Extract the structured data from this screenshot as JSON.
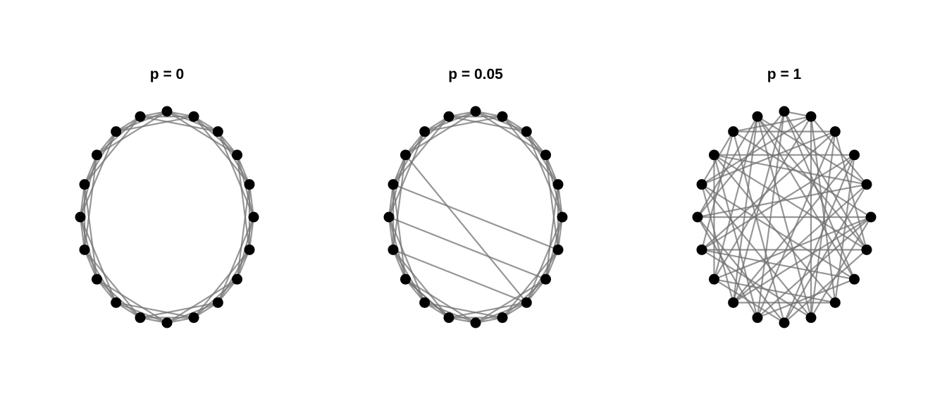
{
  "figure": {
    "node_count": 20,
    "colors": {
      "edge": "#6e6e6e",
      "node": "#000000",
      "background": "#ffffff"
    },
    "panels": [
      {
        "title": "p = 0",
        "rewire_probability": 0,
        "edges": [
          [
            0,
            1
          ],
          [
            1,
            2
          ],
          [
            2,
            3
          ],
          [
            3,
            4
          ],
          [
            4,
            5
          ],
          [
            5,
            6
          ],
          [
            6,
            7
          ],
          [
            7,
            8
          ],
          [
            8,
            9
          ],
          [
            9,
            10
          ],
          [
            10,
            11
          ],
          [
            11,
            12
          ],
          [
            12,
            13
          ],
          [
            13,
            14
          ],
          [
            14,
            15
          ],
          [
            15,
            16
          ],
          [
            16,
            17
          ],
          [
            17,
            18
          ],
          [
            18,
            19
          ],
          [
            19,
            0
          ],
          [
            0,
            2
          ],
          [
            1,
            3
          ],
          [
            2,
            4
          ],
          [
            3,
            5
          ],
          [
            4,
            6
          ],
          [
            5,
            7
          ],
          [
            6,
            8
          ],
          [
            7,
            9
          ],
          [
            8,
            10
          ],
          [
            9,
            11
          ],
          [
            10,
            12
          ],
          [
            11,
            13
          ],
          [
            12,
            14
          ],
          [
            13,
            15
          ],
          [
            14,
            16
          ],
          [
            15,
            17
          ],
          [
            16,
            18
          ],
          [
            17,
            19
          ],
          [
            18,
            0
          ],
          [
            19,
            1
          ],
          [
            0,
            3
          ],
          [
            1,
            4
          ],
          [
            2,
            5
          ],
          [
            3,
            6
          ],
          [
            4,
            7
          ],
          [
            5,
            8
          ],
          [
            6,
            9
          ],
          [
            7,
            10
          ],
          [
            8,
            11
          ],
          [
            9,
            12
          ],
          [
            10,
            13
          ],
          [
            11,
            14
          ],
          [
            12,
            15
          ],
          [
            13,
            16
          ],
          [
            14,
            17
          ],
          [
            15,
            18
          ],
          [
            16,
            19
          ],
          [
            17,
            0
          ],
          [
            18,
            1
          ],
          [
            19,
            2
          ]
        ]
      },
      {
        "title": "p = 0.05",
        "rewire_probability": 0.05,
        "edges": [
          [
            0,
            1
          ],
          [
            1,
            2
          ],
          [
            2,
            3
          ],
          [
            3,
            4
          ],
          [
            4,
            5
          ],
          [
            5,
            6
          ],
          [
            6,
            7
          ],
          [
            7,
            8
          ],
          [
            8,
            9
          ],
          [
            9,
            10
          ],
          [
            10,
            11
          ],
          [
            11,
            12
          ],
          [
            12,
            13
          ],
          [
            13,
            14
          ],
          [
            14,
            15
          ],
          [
            15,
            16
          ],
          [
            16,
            17
          ],
          [
            17,
            18
          ],
          [
            18,
            19
          ],
          [
            19,
            0
          ],
          [
            0,
            2
          ],
          [
            1,
            3
          ],
          [
            2,
            4
          ],
          [
            3,
            5
          ],
          [
            4,
            6
          ],
          [
            5,
            7
          ],
          [
            6,
            8
          ],
          [
            7,
            9
          ],
          [
            8,
            10
          ],
          [
            9,
            11
          ],
          [
            10,
            12
          ],
          [
            11,
            13
          ],
          [
            12,
            14
          ],
          [
            13,
            15
          ],
          [
            14,
            16
          ],
          [
            15,
            17
          ],
          [
            16,
            18
          ],
          [
            17,
            19
          ],
          [
            18,
            0
          ],
          [
            19,
            1
          ],
          [
            0,
            3
          ],
          [
            1,
            4
          ],
          [
            2,
            5
          ],
          [
            3,
            6
          ],
          [
            4,
            7
          ],
          [
            5,
            8
          ],
          [
            6,
            9
          ],
          [
            7,
            10
          ],
          [
            8,
            11
          ],
          [
            9,
            12
          ],
          [
            10,
            13
          ],
          [
            11,
            14
          ],
          [
            12,
            15
          ],
          [
            13,
            16
          ],
          [
            14,
            17
          ],
          [
            15,
            18
          ],
          [
            16,
            19
          ],
          [
            17,
            0
          ],
          [
            18,
            1
          ],
          [
            19,
            2
          ],
          [
            16,
            6
          ],
          [
            15,
            7
          ],
          [
            14,
            8
          ],
          [
            13,
            11
          ],
          [
            17,
            8
          ]
        ]
      },
      {
        "title": "p = 1",
        "rewire_probability": 1,
        "edges": [
          [
            0,
            1
          ],
          [
            0,
            7
          ],
          [
            0,
            12
          ],
          [
            0,
            15
          ],
          [
            1,
            4
          ],
          [
            1,
            9
          ],
          [
            1,
            13
          ],
          [
            1,
            18
          ],
          [
            2,
            6
          ],
          [
            2,
            11
          ],
          [
            2,
            16
          ],
          [
            3,
            8
          ],
          [
            3,
            14
          ],
          [
            3,
            17
          ],
          [
            4,
            10
          ],
          [
            4,
            15
          ],
          [
            4,
            19
          ],
          [
            5,
            9
          ],
          [
            5,
            13
          ],
          [
            5,
            18
          ],
          [
            6,
            10
          ],
          [
            6,
            14
          ],
          [
            6,
            17
          ],
          [
            7,
            11
          ],
          [
            7,
            16
          ],
          [
            7,
            19
          ],
          [
            8,
            12
          ],
          [
            8,
            17
          ],
          [
            9,
            14
          ],
          [
            9,
            19
          ],
          [
            10,
            13
          ],
          [
            10,
            18
          ],
          [
            11,
            15
          ],
          [
            11,
            17
          ],
          [
            12,
            16
          ],
          [
            12,
            19
          ],
          [
            13,
            17
          ],
          [
            14,
            18
          ],
          [
            15,
            19
          ],
          [
            16,
            18
          ],
          [
            2,
            9
          ],
          [
            3,
            12
          ],
          [
            5,
            15
          ],
          [
            0,
            11
          ],
          [
            6,
            19
          ],
          [
            8,
            13
          ],
          [
            1,
            16
          ],
          [
            4,
            12
          ],
          [
            7,
            14
          ],
          [
            3,
            10
          ],
          [
            2,
            18
          ],
          [
            5,
            11
          ],
          [
            0,
            6
          ],
          [
            9,
            16
          ],
          [
            14,
            2
          ],
          [
            17,
            4
          ],
          [
            13,
            19
          ],
          [
            8,
            1
          ],
          [
            10,
            15
          ],
          [
            12,
            5
          ]
        ]
      }
    ]
  }
}
